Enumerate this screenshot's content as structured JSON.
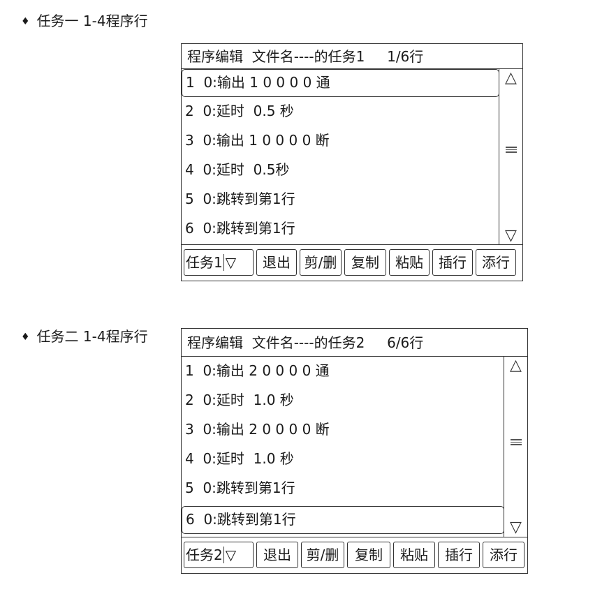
{
  "section1": {
    "title": "任务一 1-4程序行",
    "panel": {
      "header": "程序编辑  文件名----的任务1     1/6行",
      "rows": [
        "1  0:输出 1 0 0 0 0 通",
        "2  0:延时  0.5 秒",
        "3  0:输出 1 0 0 0 0 断",
        "4  0:延时  0.5秒",
        "5  0:跳转到第1行",
        "6  0:跳转到第1行"
      ],
      "selected_row": 1,
      "task_select": "任务1",
      "buttons": [
        "退出",
        "剪/删",
        "复制",
        "粘贴",
        "插行",
        "添行"
      ]
    }
  },
  "section2": {
    "title": "任务二 1-4程序行",
    "panel": {
      "header": "程序编辑  文件名----的任务2     6/6行",
      "rows": [
        "1  0:输出 2 0 0 0 0 通",
        "2  0:延时  1.0 秒",
        "3  0:输出 2 0 0 0 0 断",
        "4  0:延时  1.0 秒",
        "5  0:跳转到第1行",
        "6  0:跳转到第1行"
      ],
      "selected_row": 6,
      "task_select": "任务2",
      "buttons": [
        "退出",
        "剪/删",
        "复制",
        "粘贴",
        "插行",
        "添行"
      ]
    }
  },
  "icons": {
    "bullet": "♦",
    "scroll_up": "△",
    "scroll_down": "▽",
    "dropdown": "▽"
  }
}
